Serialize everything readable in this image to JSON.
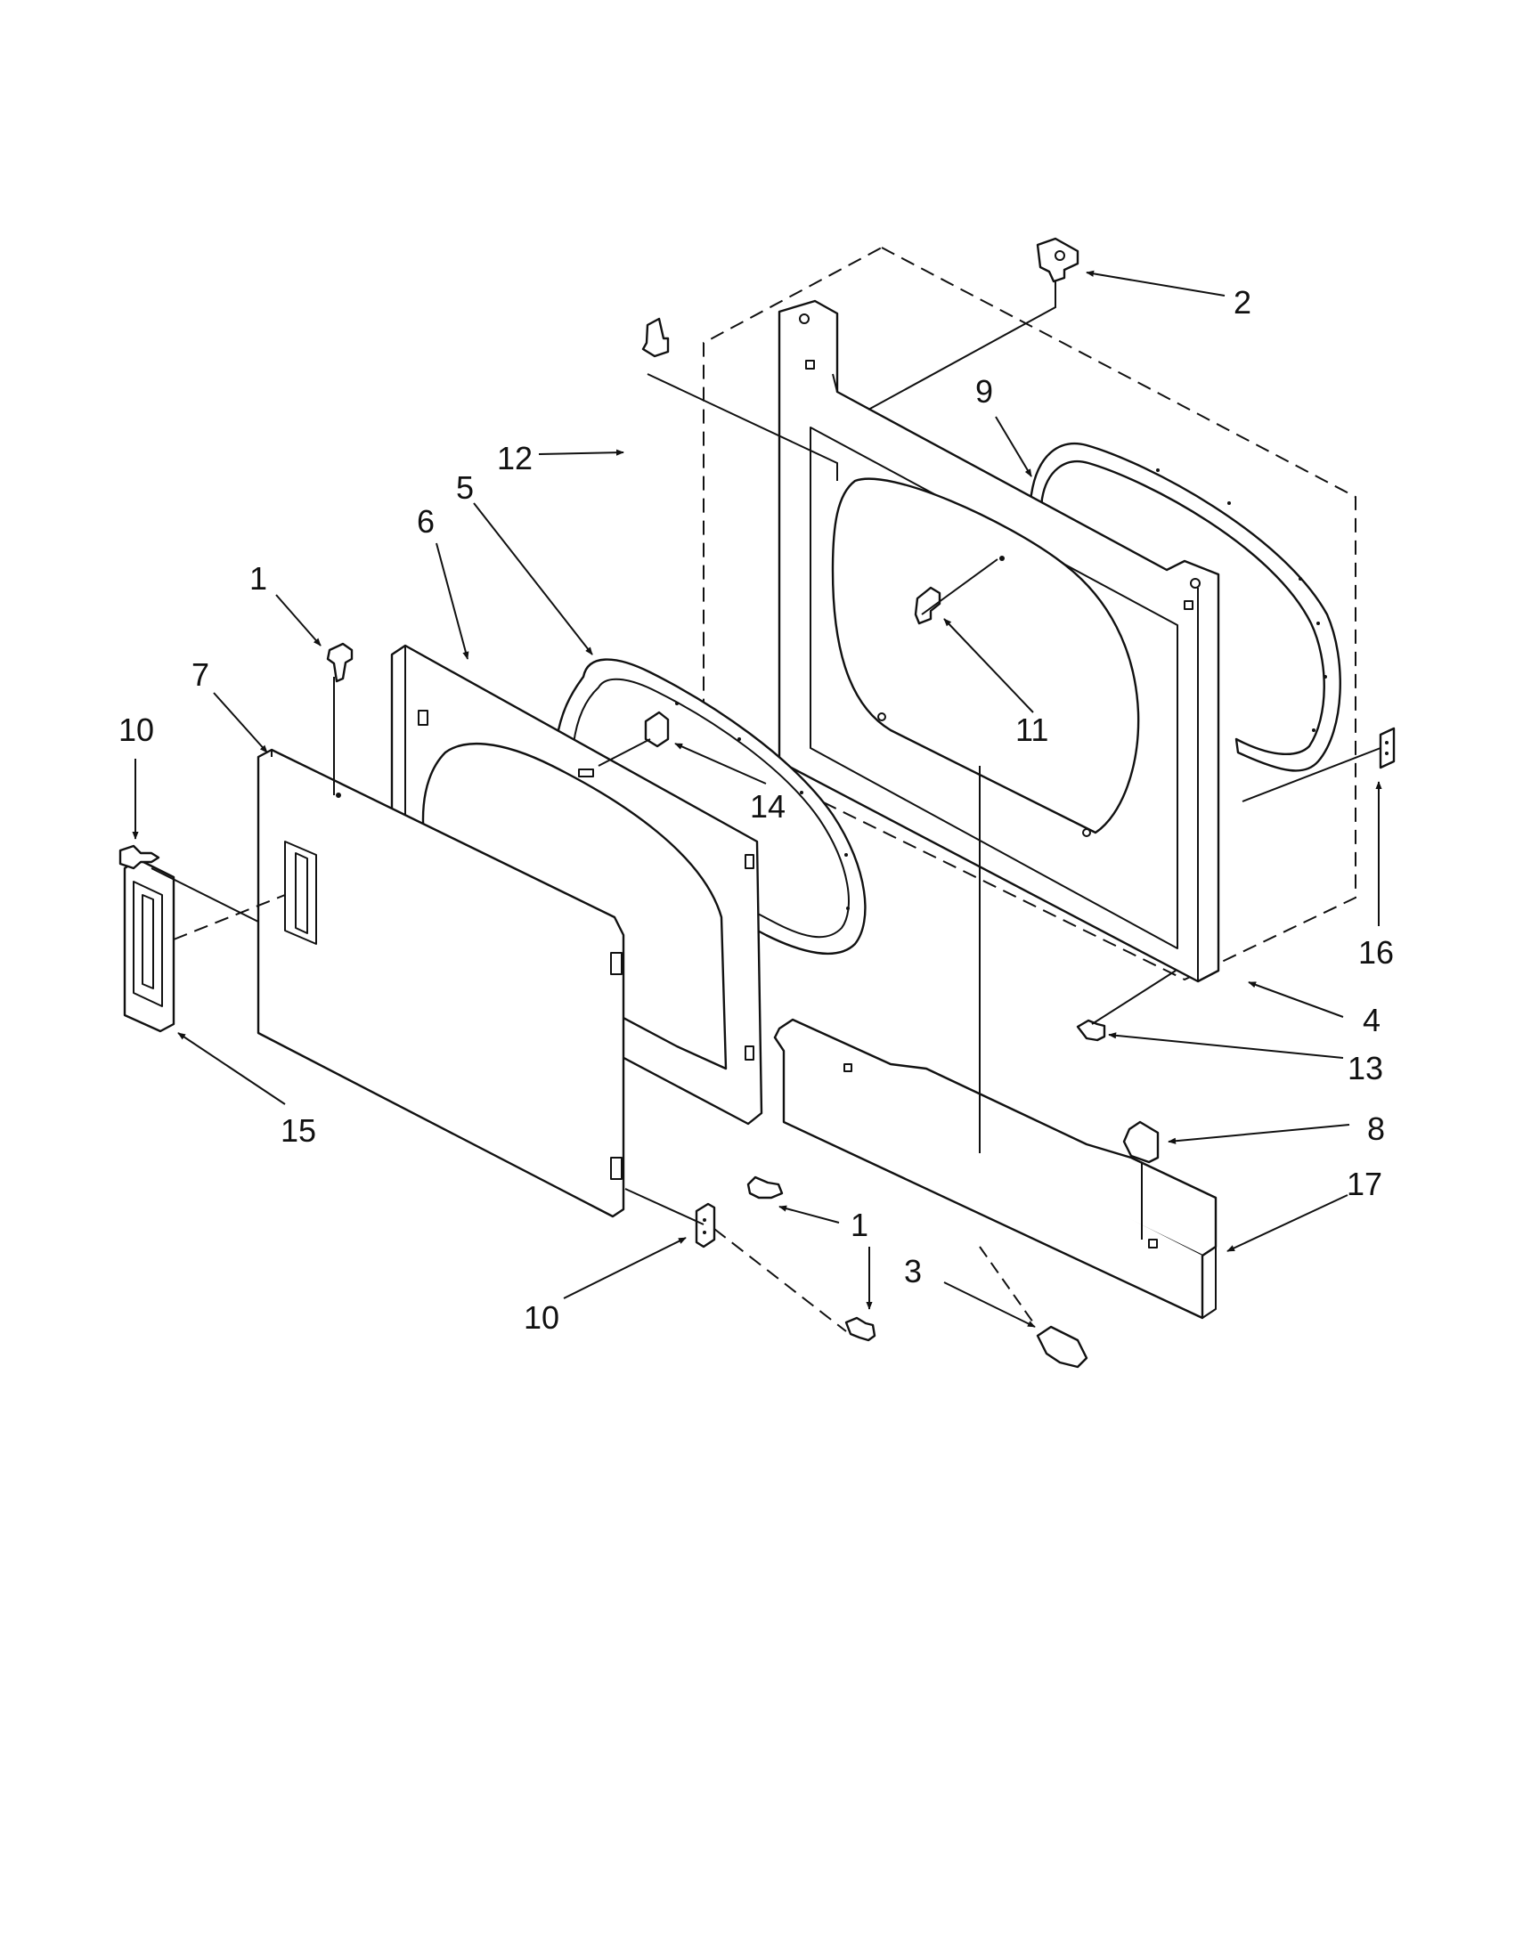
{
  "diagram": {
    "callouts": {
      "c1a": "1",
      "c1b": "1",
      "c2": "2",
      "c3": "3",
      "c4": "4",
      "c5": "5",
      "c6": "6",
      "c7": "7",
      "c8": "8",
      "c9": "9",
      "c10a": "10",
      "c10b": "10",
      "c11": "11",
      "c12": "12",
      "c13": "13",
      "c14": "14",
      "c15": "15",
      "c16": "16",
      "c17": "17"
    }
  }
}
